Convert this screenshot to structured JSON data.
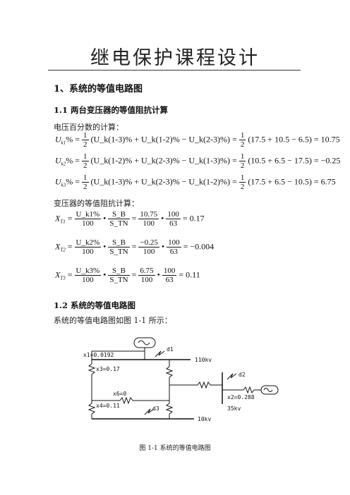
{
  "title": "继电保护课程设计",
  "section1": "1、系统的等值电路图",
  "section1_1": "1.1 两台变压器的等值阻抗计算",
  "voltage_percent_label": "电压百分数的计算：",
  "eq_uk1": {
    "lhs": "U",
    "lhs_sub": "k1",
    "terms": "(U_k(1-3)% + U_k(1-2)% − U_k(2-3)%)",
    "nums": "(17.5 + 10.5 − 6.5)",
    "result": "10.75"
  },
  "eq_uk2": {
    "lhs": "U",
    "lhs_sub": "k2",
    "terms": "(U_k(1-2)% + U_k(2-3)% − U_k(1-3)%)",
    "nums": "(10.5 + 6.5 − 17.5)",
    "result": "−0.25"
  },
  "eq_uk3": {
    "lhs": "U",
    "lhs_sub": "k3",
    "terms": "(U_k(1-3)% + U_k(2-3)% − U_k(1-2)%)",
    "nums": "(17.5 + 6.5 − 10.5)",
    "result": "6.75"
  },
  "impedance_label": "变压器的等值阻抗计算：",
  "eq_xt1": {
    "lhs_sub": "T1",
    "unum": "U_k1%",
    "vnum": "10.75",
    "result": "0.17"
  },
  "eq_xt2": {
    "lhs_sub": "T2",
    "unum": "U_k2%",
    "vnum": "−0.25",
    "result": "−0.004"
  },
  "eq_xt3": {
    "lhs_sub": "T3",
    "unum": "U_k3%",
    "vnum": "6.75",
    "result": "0.11"
  },
  "common": {
    "half_num": "1",
    "half_den": "2",
    "hundred": "100",
    "sb": "S_B",
    "stn": "S_TN",
    "s63": "63"
  },
  "section1_2": "1.2 系统的等值电路图",
  "circuit_desc": "系统的等值电路图如图 1-1 所示：",
  "diagram": {
    "x1": "x1=0.0192",
    "x3": "x3=0.17",
    "x6": "x6=0",
    "x4": "x4=0.11",
    "x2": "x2=0.288",
    "d1": "d1",
    "d2": "d2",
    "d3": "d3",
    "bus110": "110kv",
    "bus35": "35kv",
    "bus10": "10kv"
  },
  "caption": "图 1-1 系统的等值电路图"
}
